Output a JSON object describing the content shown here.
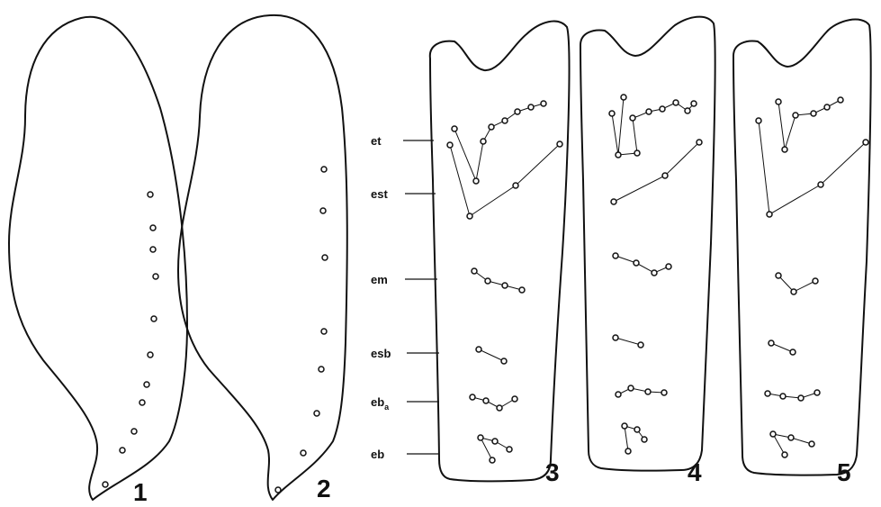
{
  "figure": {
    "panels": [
      {
        "id": "p1",
        "number": "1"
      },
      {
        "id": "p2",
        "number": "2"
      },
      {
        "id": "p3",
        "number": "3"
      },
      {
        "id": "p4",
        "number": "4"
      },
      {
        "id": "p5",
        "number": "5"
      }
    ],
    "trichobothria_labels": [
      {
        "id": "et",
        "text": "et"
      },
      {
        "id": "est",
        "text": "est"
      },
      {
        "id": "em",
        "text": "em"
      },
      {
        "id": "esb",
        "text": "esb"
      },
      {
        "id": "eba",
        "text": "eb",
        "subscript": "a"
      },
      {
        "id": "eb",
        "text": "eb"
      }
    ]
  }
}
